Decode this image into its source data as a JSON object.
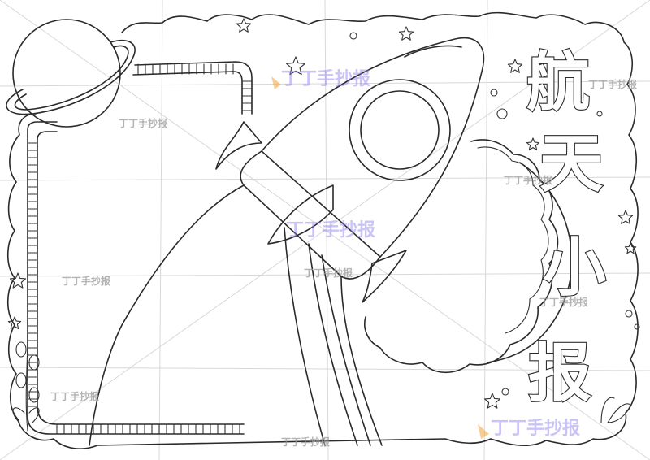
{
  "title": {
    "chars": [
      "航",
      "天",
      "小",
      "报"
    ]
  },
  "watermark": {
    "text": "丁丁手抄报",
    "gray_color": "#9a9a9a",
    "accent_colors": [
      "#f2a43a",
      "#8a7cf0",
      "#e86bb0"
    ]
  },
  "colors": {
    "ink": "#2a2a2a",
    "paper": "#ffffff"
  }
}
